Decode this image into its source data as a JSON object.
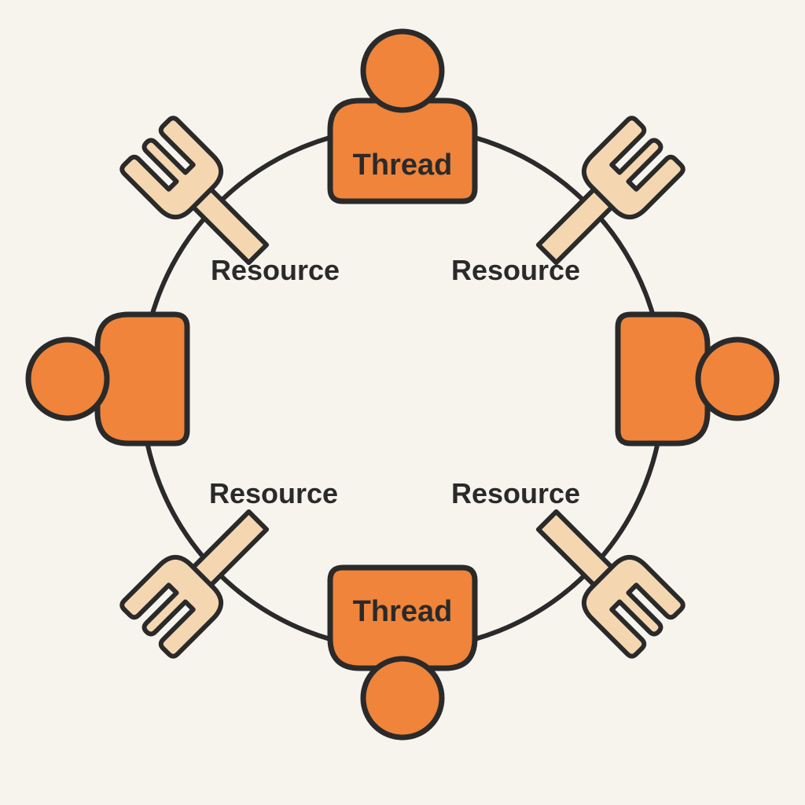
{
  "colors": {
    "background": "#f7f4ee",
    "thread_fill": "#ef843a",
    "outline": "#2a2a2a",
    "fork_fill": "#f4d6b0"
  },
  "threads": [
    {
      "id": "top",
      "label": "Thread"
    },
    {
      "id": "left",
      "label": ""
    },
    {
      "id": "right",
      "label": ""
    },
    {
      "id": "bottom",
      "label": "Thread"
    }
  ],
  "resources": [
    {
      "id": "top-left",
      "label": "Resource",
      "icon": "fork-icon"
    },
    {
      "id": "top-right",
      "label": "Resource",
      "icon": "fork-icon"
    },
    {
      "id": "bottom-left",
      "label": "Resource",
      "icon": "fork-icon"
    },
    {
      "id": "bottom-right",
      "label": "Resource",
      "icon": "fork-icon"
    }
  ]
}
